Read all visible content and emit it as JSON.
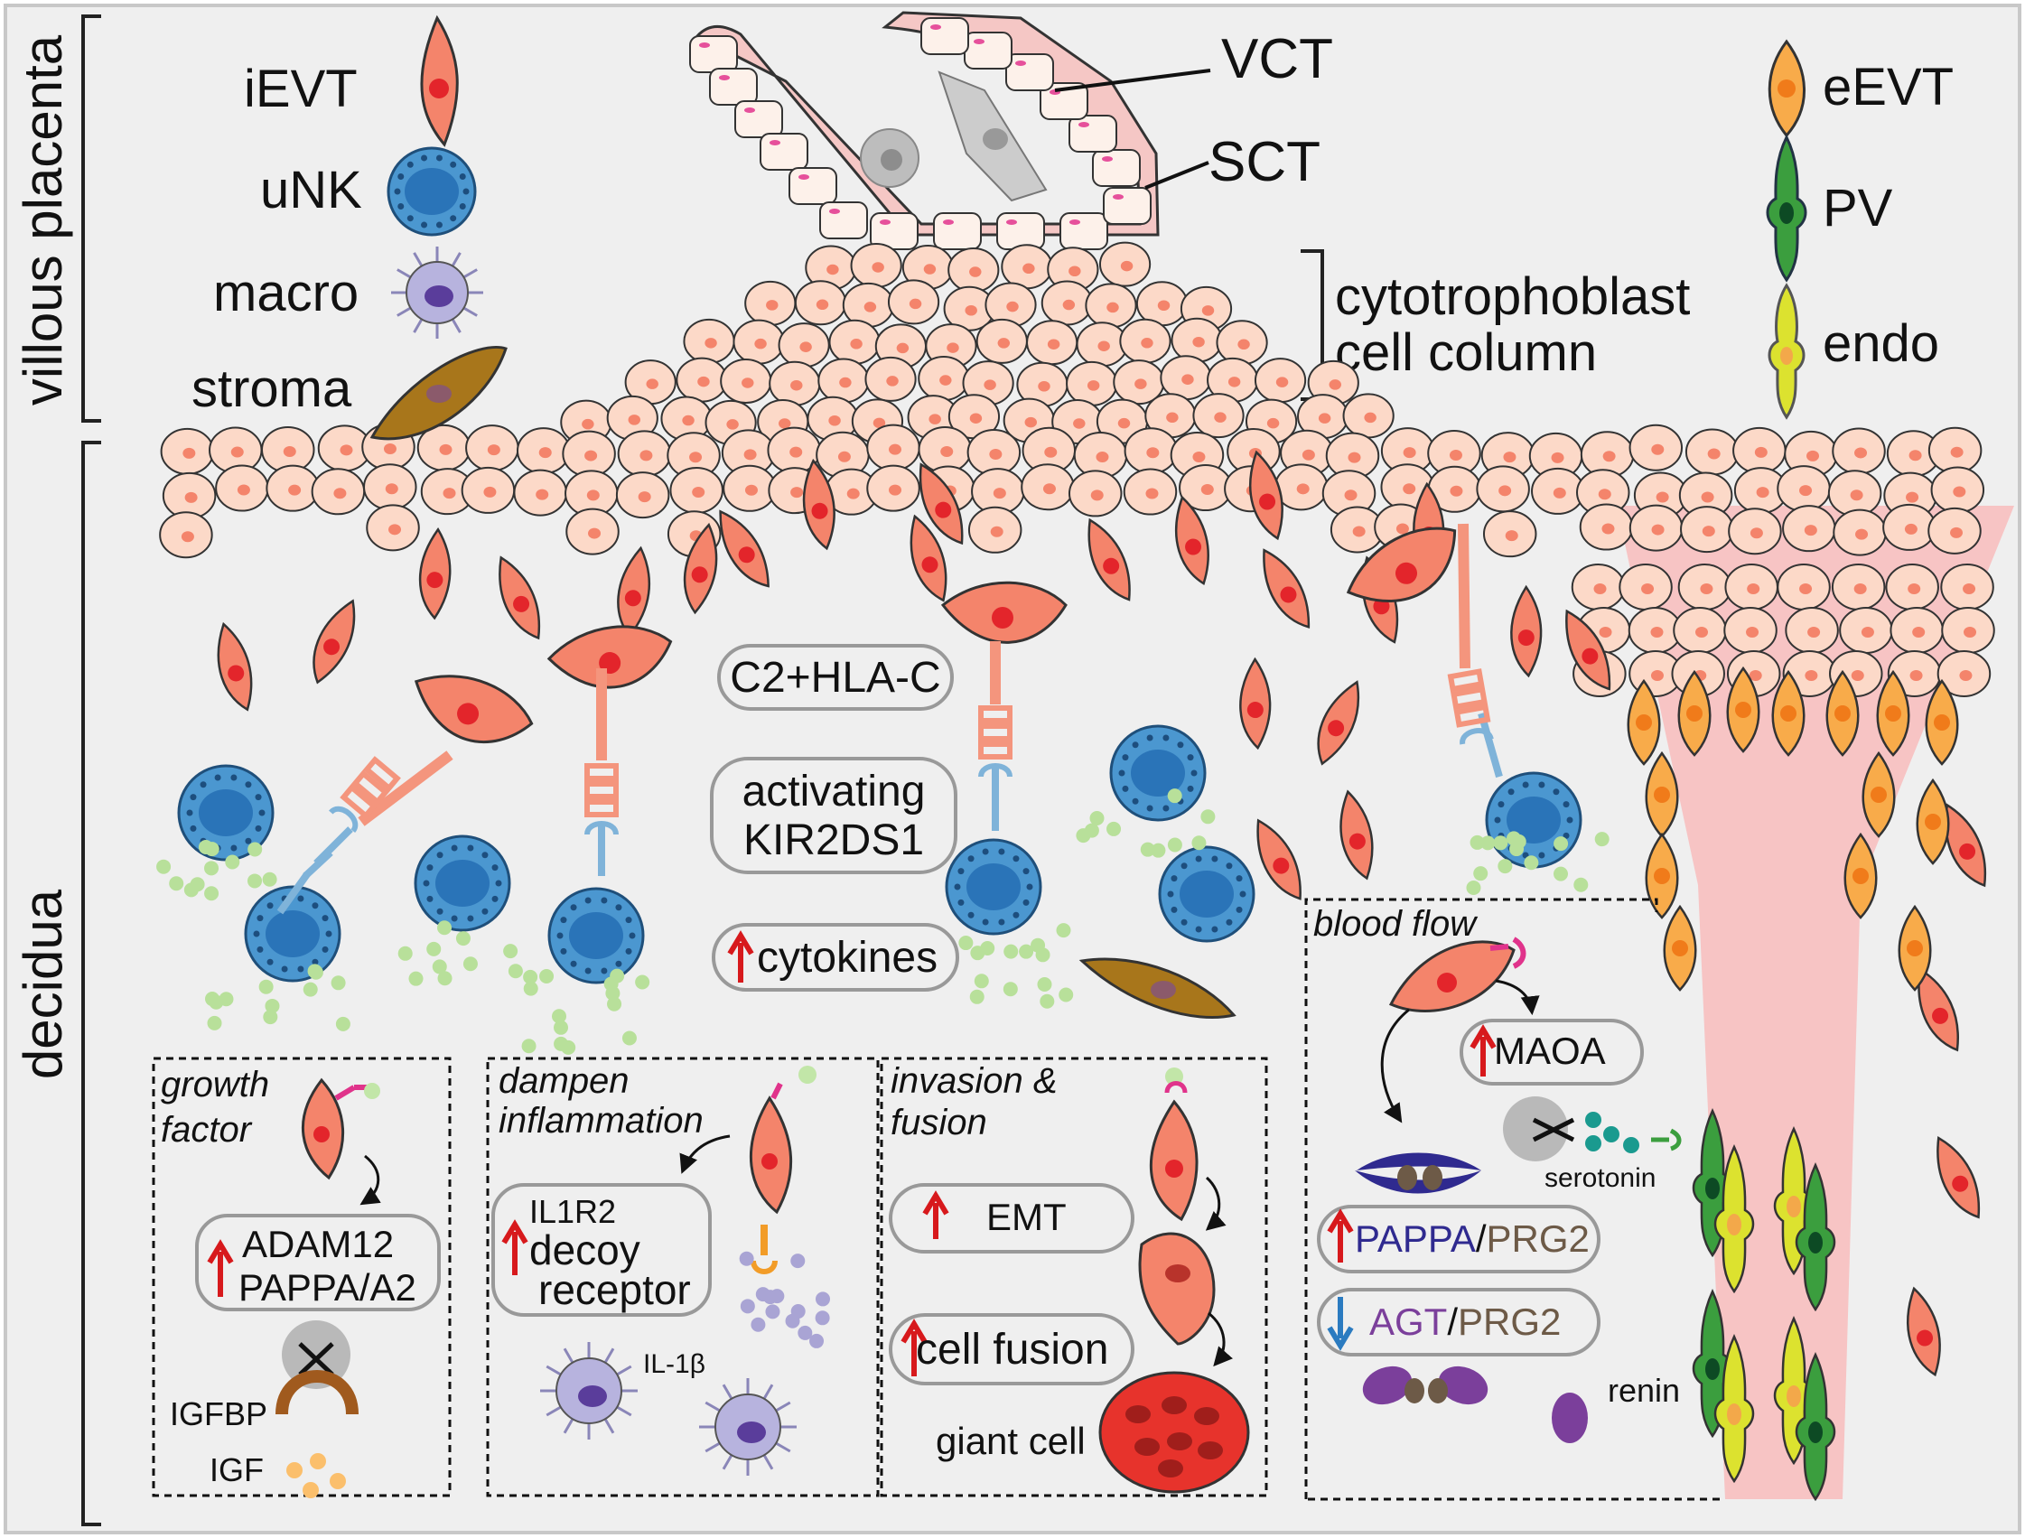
{
  "sections": {
    "villous": "villous placenta",
    "decidua": "decidua"
  },
  "legend_left": [
    {
      "label": "iEVT",
      "icon": "ievt-cell-icon"
    },
    {
      "label": "uNK",
      "icon": "unk-cell-icon"
    },
    {
      "label": "macro",
      "icon": "macrophage-icon"
    },
    {
      "label": "stroma",
      "icon": "stromal-cell-icon"
    }
  ],
  "legend_right": [
    {
      "label": "eEVT",
      "icon": "eevt-cell-icon"
    },
    {
      "label": "PV",
      "icon": "pv-cell-icon"
    },
    {
      "label": "endo",
      "icon": "endothelial-cell-icon"
    }
  ],
  "villus_labels": {
    "vct": "VCT",
    "sct": "SCT",
    "column_line1": "cytotrophoblast",
    "column_line2": "cell column"
  },
  "center_pills": {
    "hla": "C2+HLA-C",
    "kir_line1": "activating",
    "kir_line2": "KIR2DS1",
    "cytokines": "cytokines"
  },
  "boxes": {
    "growth": {
      "title1": "growth",
      "title2": "factor",
      "pill1": "ADAM12",
      "pill2": "PAPPA/A2",
      "igfbp": "IGFBP",
      "igf": "IGF"
    },
    "inflammation": {
      "title1": "dampen",
      "title2": "inflammation",
      "pill1": "IL1R2",
      "pill2": "decoy",
      "pill3": "receptor",
      "il1b": "IL-1β"
    },
    "invasion": {
      "title1": "invasion &",
      "title2": "fusion",
      "emt": "EMT",
      "fusion": "cell fusion",
      "giant": "giant cell"
    },
    "blood": {
      "title": "blood flow",
      "maoa": "MAOA",
      "serotonin": "serotonin",
      "pappa": "PAPPA",
      "agt": "AGT",
      "prg2": "PRG2",
      "slash": "/",
      "renin": "renin"
    }
  },
  "colors": {
    "ievt": "#f4846b",
    "nucleus": "#e3252b",
    "unk": "#4b97d0",
    "macro": "#b7b3de",
    "stroma": "#a8761b",
    "eevt": "#f8ab4a",
    "pv": "#3b9e3e",
    "endo": "#dce22f",
    "trophoblast": "#fcd9c8",
    "vessel": "#f7c4c4",
    "up_arrow": "#d7191c",
    "down_arrow": "#2b7bc0",
    "pappa_text": "#2f2a8f",
    "prg2_text": "#6d5a47",
    "agt_text": "#7b3f9b"
  }
}
